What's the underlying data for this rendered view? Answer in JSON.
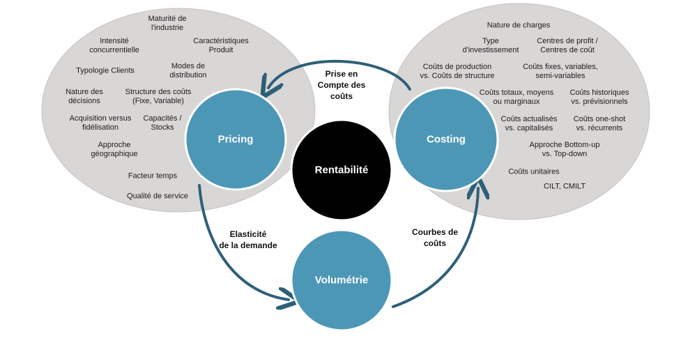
{
  "colors": {
    "ellipse_fill": "#d9d7d6",
    "ellipse_stroke": "#c4c2c0",
    "node_fill": "#4d97b6",
    "node_stroke": "#ffffff",
    "center_fill": "#000000",
    "arrow": "#2e5f78"
  },
  "nodes": {
    "pricing": "Pricing",
    "costing": "Costing",
    "volumetrie": "Volumétrie",
    "rentabilite": "Rentabilité"
  },
  "flows": {
    "top": [
      "Prise en",
      "Compte des",
      "coûts"
    ],
    "left": [
      "Elasticité",
      "de la demande"
    ],
    "right": [
      "Courbes de",
      "coûts"
    ]
  },
  "pricing_factors": [
    [
      "Maturité de",
      "l'industrie"
    ],
    [
      "Intensité",
      "concurrentielle"
    ],
    [
      "Caractéristiques",
      "Produit"
    ],
    [
      "Typologie Clients"
    ],
    [
      "Modes de",
      "distribution"
    ],
    [
      "Nature des",
      "décisions"
    ],
    [
      "Structure des coûts",
      "(Fixe, Variable)"
    ],
    [
      "Acquisition versus",
      "fidélisation"
    ],
    [
      "Capacités /",
      "Stocks"
    ],
    [
      "Approche",
      "géographique"
    ],
    [
      "Facteur temps"
    ],
    [
      "Qualité de service"
    ]
  ],
  "costing_factors": [
    [
      "Nature de charges"
    ],
    [
      "Type",
      "d'investissement"
    ],
    [
      "Centres de profit /",
      "Centres de coût"
    ],
    [
      "Coûts de production",
      "vs. Coûts de structure"
    ],
    [
      "Coûts fixes, variables,",
      "semi-variables"
    ],
    [
      "Coûts totaux, moyens",
      "ou marginaux"
    ],
    [
      "Coûts historiques",
      "vs. prévisionnels"
    ],
    [
      "Coûts actualisés",
      "vs. capitalisés"
    ],
    [
      "Coûts one-shot",
      "vs. récurrents"
    ],
    [
      "Approche Bottom-up",
      "vs. Top-down"
    ],
    [
      "Coûts unitaires"
    ],
    [
      "CILT, CMILT"
    ]
  ]
}
